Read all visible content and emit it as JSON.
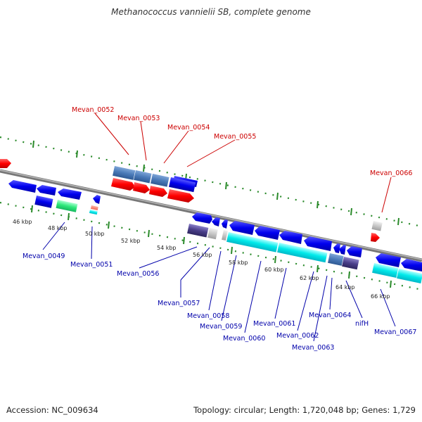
{
  "title": "Methanococcus vannielii SB, complete genome",
  "accession": "Accession: NC_009634",
  "topology": "Topology: circular; Length: 1,720,048 bp; Genes: 1,729",
  "colors": {
    "backbone": "#8c8c8c",
    "ticks": "#2a8a2a",
    "forward_gene": "#ff0000",
    "reverse_gene": "#0000ee",
    "steel": "#4a7ab8",
    "cyan": "#00e0e0",
    "green": "#2ee87a",
    "navy": "#4a3f8a",
    "gray": "#c8c8c8",
    "label_forward": "#cc0000",
    "label_reverse": "#0000aa"
  },
  "scale_labels": [
    "46 kbp",
    "48 kbp",
    "50 kbp",
    "52 kbp",
    "54 kbp",
    "56 kbp",
    "58 kbp",
    "60 kbp",
    "62 kbp",
    "64 kbp",
    "66 kbp"
  ],
  "forward_genes": [
    "Mevan_0052",
    "Mevan_0053",
    "Mevan_0054",
    "Mevan_0055",
    "Mevan_0066"
  ],
  "reverse_genes": [
    "Mevan_0049",
    "Mevan_0051",
    "Mevan_0056",
    "Mevan_0057",
    "Mevan_0058",
    "Mevan_0059",
    "Mevan_0060",
    "Mevan_0061",
    "Mevan_0062",
    "Mevan_0063",
    "Mevan_0064",
    "nifH",
    "Mevan_0067"
  ]
}
